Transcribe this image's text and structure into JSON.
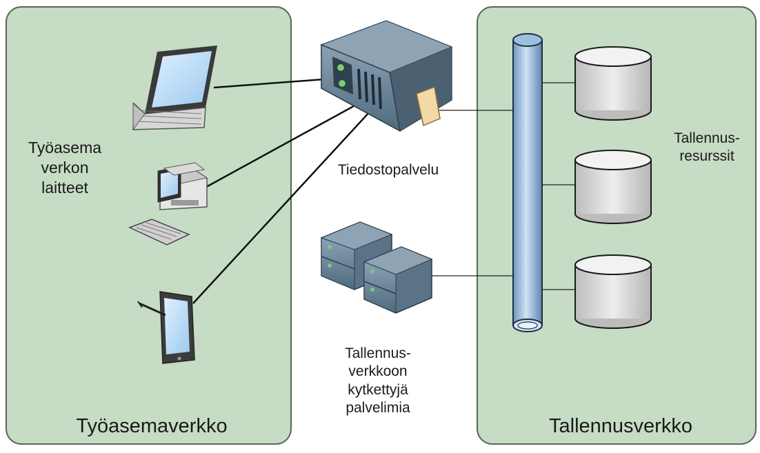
{
  "zones": {
    "workstation_title": "Työasemaverkko",
    "storage_title": "Tallennusverkko"
  },
  "labels": {
    "workstation_devices": [
      "Työasema",
      "verkon",
      "laitteet"
    ],
    "file_server": "Tiedostopalvelu",
    "san_servers": [
      "Tallennus-",
      "verkkoon",
      "kytkettyjä",
      "palvelimia"
    ],
    "storage_resources": [
      "Tallennus-",
      "resurssit"
    ]
  },
  "colors": {
    "zone_fill": "#c6dcc5",
    "zone_border": "#5b635a",
    "pipe": "#a9c9e6",
    "disk": "#d9d9d9",
    "server": "#5d7a8f"
  },
  "icons": [
    "laptop-icon",
    "desktop-computer-icon",
    "tablet-icon",
    "file-server-icon",
    "server-rack-icon",
    "storage-bus-pipe",
    "disk-icon"
  ]
}
